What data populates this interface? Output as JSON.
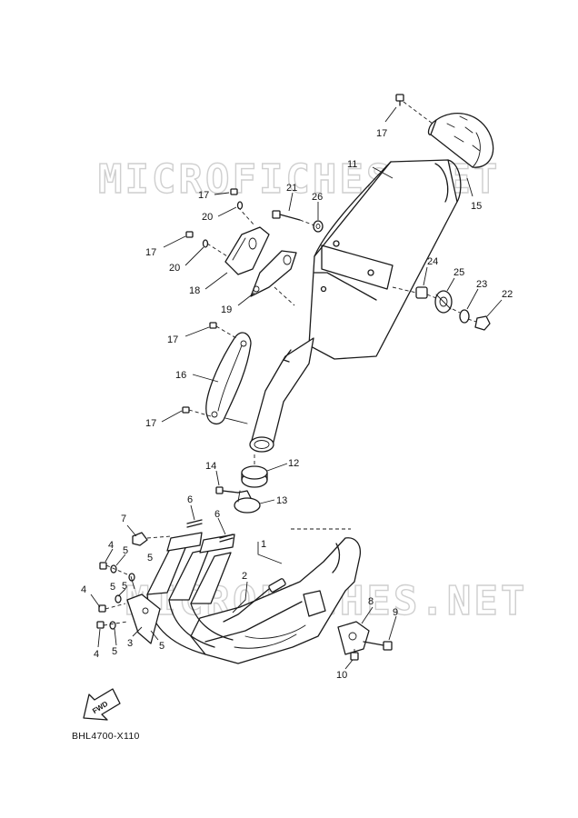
{
  "watermark": "MICROFICHES.NET",
  "diagram_code": "BHL4700-X110",
  "fwd_label": "FWD",
  "callouts": [
    {
      "id": "c17a",
      "text": "17"
    },
    {
      "id": "c15",
      "text": "15"
    },
    {
      "id": "c11",
      "text": "11"
    },
    {
      "id": "c17b",
      "text": "17"
    },
    {
      "id": "c20a",
      "text": "20"
    },
    {
      "id": "c21",
      "text": "21"
    },
    {
      "id": "c26",
      "text": "26"
    },
    {
      "id": "c17c",
      "text": "17"
    },
    {
      "id": "c20b",
      "text": "20"
    },
    {
      "id": "c18",
      "text": "18"
    },
    {
      "id": "c19",
      "text": "19"
    },
    {
      "id": "c24",
      "text": "24"
    },
    {
      "id": "c25",
      "text": "25"
    },
    {
      "id": "c23",
      "text": "23"
    },
    {
      "id": "c22",
      "text": "22"
    },
    {
      "id": "c17d",
      "text": "17"
    },
    {
      "id": "c16",
      "text": "16"
    },
    {
      "id": "c17e",
      "text": "17"
    },
    {
      "id": "c14",
      "text": "14"
    },
    {
      "id": "c12",
      "text": "12"
    },
    {
      "id": "c13",
      "text": "13"
    },
    {
      "id": "c6a",
      "text": "6"
    },
    {
      "id": "c6b",
      "text": "6"
    },
    {
      "id": "c7",
      "text": "7"
    },
    {
      "id": "c1",
      "text": "1"
    },
    {
      "id": "c4a",
      "text": "4"
    },
    {
      "id": "c5a",
      "text": "5"
    },
    {
      "id": "c5b",
      "text": "5"
    },
    {
      "id": "c2",
      "text": "2"
    },
    {
      "id": "c5c",
      "text": "5"
    },
    {
      "id": "c5d",
      "text": "5"
    },
    {
      "id": "c4b",
      "text": "4"
    },
    {
      "id": "c8",
      "text": "8"
    },
    {
      "id": "c9",
      "text": "9"
    },
    {
      "id": "c3",
      "text": "3"
    },
    {
      "id": "c5e",
      "text": "5"
    },
    {
      "id": "c4c",
      "text": "4"
    },
    {
      "id": "c5f",
      "text": "5"
    },
    {
      "id": "c10",
      "text": "10"
    }
  ]
}
